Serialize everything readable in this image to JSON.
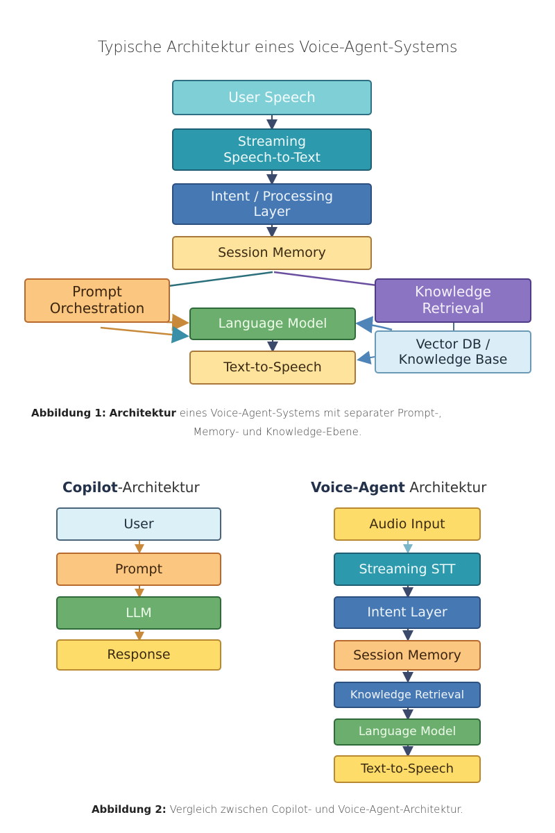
{
  "figure1": {
    "title": "Typische Architektur eines Voice-Agent-Systems",
    "nodes": {
      "user_speech": "User Speech",
      "stt": [
        "Streaming",
        "Speech-to-Text"
      ],
      "intent": [
        "Intent / Processing",
        "Layer"
      ],
      "session_memory": "Session Memory",
      "prompt_orchestration": [
        "Prompt",
        "Orchestration"
      ],
      "knowledge_retrieval": [
        "Knowledge",
        "Retrieval"
      ],
      "language_model": "Language Model",
      "vector_db": [
        "Vector DB /",
        "Knowledge Base"
      ],
      "tts": "Text-to-Speech"
    },
    "caption": {
      "label": "Abbildung 1:",
      "bold_word": "Architektur",
      "text_line1": " eines Voice-Agent-Systems mit separater Prompt-,",
      "text_line2": "Memory- und Knowledge-Ebene."
    }
  },
  "figure2": {
    "copilot": {
      "title_bold": "Copilot",
      "title_rest": "-Architektur",
      "steps": [
        "User",
        "Prompt",
        "LLM",
        "Response"
      ]
    },
    "voice_agent": {
      "title_bold": "Voice-Agent",
      "title_rest": " Architektur",
      "steps": [
        "Audio Input",
        "Streaming STT",
        "Intent Layer",
        "Session Memory",
        "Knowledge Retrieval",
        "Language Model",
        "Text-to-Speech"
      ]
    },
    "caption": {
      "label": "Abbildung 2:",
      "text": " Vergleich zwischen Copilot- und Voice-Agent-Architektur."
    }
  },
  "colors": {
    "arrow_dark": "#3b4a6b",
    "arrow_teal": "#2a6f7a",
    "arrow_purple": "#6a4fa0",
    "arrow_orange": "#c88a3a",
    "arrow_blue": "#4f84b8"
  }
}
